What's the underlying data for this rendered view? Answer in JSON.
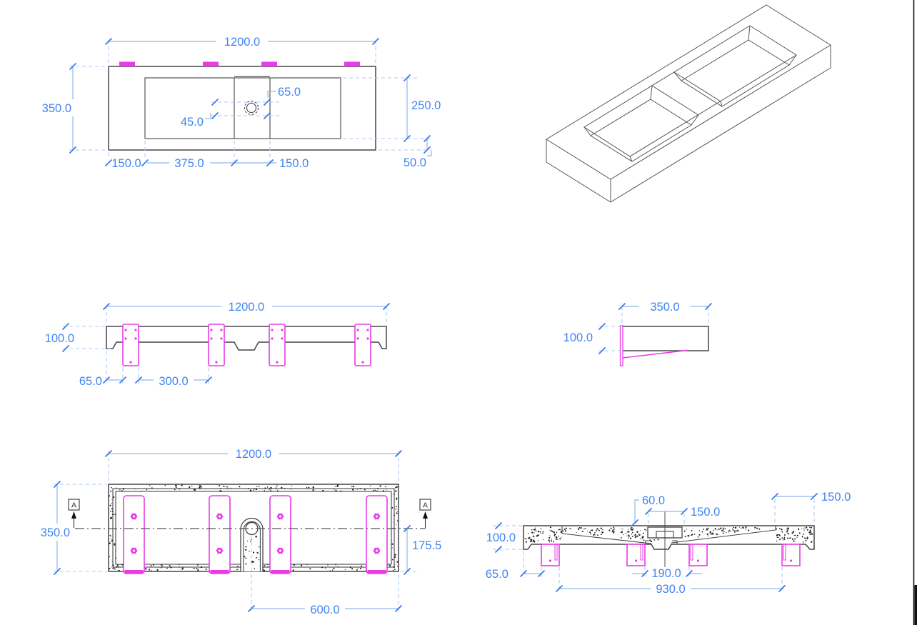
{
  "drawing": {
    "plan": {
      "dim_length": "1200.0",
      "dim_depth": "350.0",
      "dim_basin": "250.0",
      "dim_drain_a": "65.0",
      "dim_drain_b": "45.0",
      "dim_edge_left": "150.0",
      "dim_left_basin": "375.0",
      "dim_bridge": "150.0",
      "dim_edge_right": "50.0"
    },
    "front": {
      "dim_length": "1200.0",
      "dim_height": "100.0",
      "dim_bracket_edge": "65.0",
      "dim_bracket_gap": "300.0"
    },
    "end": {
      "dim_depth": "350.0",
      "dim_height": "100.0"
    },
    "bottom": {
      "dim_length": "1200.0",
      "dim_depth": "350.0",
      "dim_center": "175.5",
      "dim_drain": "600.0",
      "marker": "A"
    },
    "section": {
      "dim_drain_recess": "60.0",
      "dim_drain_boss": "150.0",
      "dim_end_ledge": "150.0",
      "dim_height": "100.0",
      "dim_bracket_edge": "65.0",
      "dim_drain_gap": "190.0",
      "dim_bracket_span": "930.0"
    }
  },
  "colors": {
    "dim_text": "#4184f3",
    "dim_line": "#8fb7ee",
    "dim_dash": "#abc9f4",
    "tick": "#3a7bea",
    "magenta": "#e83be8",
    "line_dark": "#454549",
    "speckle": "#1d1d1d",
    "section_line": "#555555",
    "border": "#111111"
  }
}
